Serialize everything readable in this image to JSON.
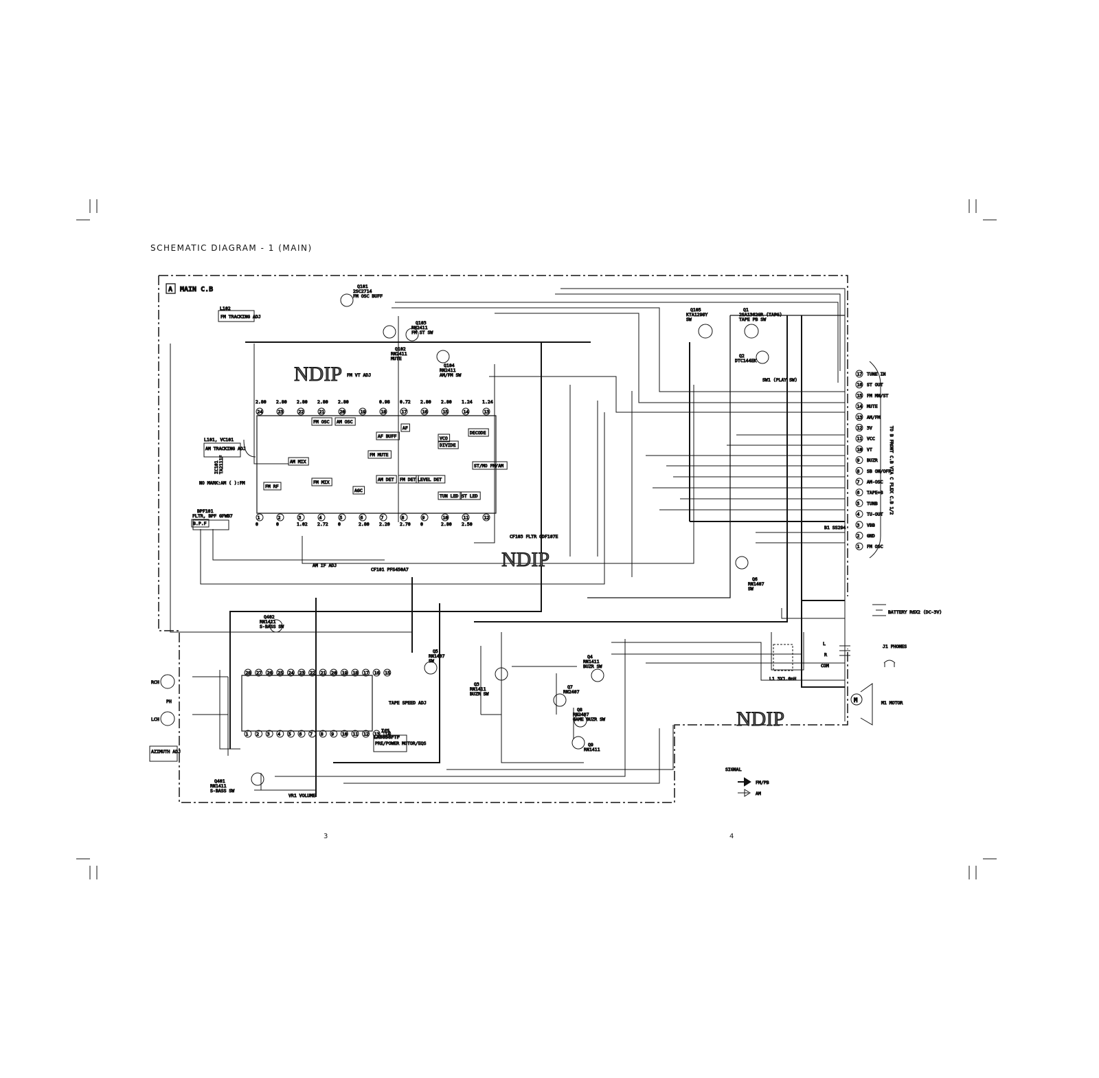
{
  "page": {
    "title": "SCHEMATIC  DIAGRAM - 1  (MAIN)",
    "page_left": "3",
    "page_right": "4",
    "watermark": "NDIP",
    "board": "MAIN C.B",
    "board_letter": "A"
  },
  "ic101": {
    "name": "IC101",
    "part": "TA2111F"
  },
  "ic1": {
    "name": "IC1",
    "part": "LA6658FTF",
    "role": "PRE/POWER MOTOR/EQS"
  },
  "ic1_pins_top": [
    "28",
    "27",
    "26",
    "25",
    "24",
    "23",
    "22",
    "21",
    "20",
    "19",
    "18",
    "17",
    "16",
    "15"
  ],
  "ic1_pins_bottom": [
    "1",
    "2",
    "3",
    "4",
    "5",
    "6",
    "7",
    "8",
    "9",
    "10",
    "11",
    "12",
    "13",
    "14"
  ],
  "ic101_pins_top": [
    "24",
    "23",
    "22",
    "21",
    "20",
    "19",
    "18",
    "17",
    "16",
    "15",
    "14",
    "13"
  ],
  "ic101_pins_bottom": [
    "1",
    "2",
    "3",
    "4",
    "5",
    "6",
    "7",
    "8",
    "9",
    "10",
    "11",
    "12"
  ],
  "ic101_top_voltages": [
    "2.80",
    "2.80",
    "2.80",
    "2.80",
    "2.80",
    "",
    "0.98",
    "0.72",
    "2.80",
    "2.80",
    "1.24",
    "1.24"
  ],
  "ic101_bottom_voltages": [
    "0",
    "0",
    "1.02",
    "2.72",
    "0",
    "2.80",
    "2.20",
    "2.70",
    "0",
    "2.80",
    "2.50",
    ""
  ],
  "ic101_blocks": [
    "FM OSC",
    "AM OSC",
    "AM MIX",
    "FM MIX",
    "FM RF",
    "AGC",
    "AF BUFF",
    "FM MUTE",
    "AM DET",
    "FM DET",
    "LEVEL DET",
    "TUN LED",
    "ST LED",
    "AF",
    "VCO",
    "DIVIDE",
    "DECODE",
    "ST/MO FM/AM",
    "B.P.F"
  ],
  "connector": {
    "title": "TO B FRONT C.B VIA C FLEX C.B 1/2",
    "pins": [
      {
        "n": "17",
        "label": "TUNE IN"
      },
      {
        "n": "16",
        "label": "ST OUT"
      },
      {
        "n": "15",
        "label": "FM MN/ST"
      },
      {
        "n": "14",
        "label": "MUTE"
      },
      {
        "n": "13",
        "label": "AM/FM"
      },
      {
        "n": "12",
        "label": "3V"
      },
      {
        "n": "11",
        "label": "VCC"
      },
      {
        "n": "10",
        "label": "VT"
      },
      {
        "n": "9",
        "label": "BUZR"
      },
      {
        "n": "8",
        "label": "SB ON/OFF"
      },
      {
        "n": "7",
        "label": "AM-OSC"
      },
      {
        "n": "6",
        "label": "TAPE+B"
      },
      {
        "n": "5",
        "label": "TUNB"
      },
      {
        "n": "4",
        "label": "TU-OUT"
      },
      {
        "n": "3",
        "label": "VBB"
      },
      {
        "n": "2",
        "label": "GND"
      },
      {
        "n": "1",
        "label": "FM OSC"
      }
    ]
  },
  "transistors": [
    {
      "ref": "Q101",
      "part": "2SC2714",
      "note": "FM OSC BUFF"
    },
    {
      "ref": "Q103",
      "part": "RN2411",
      "note": "FM ST SW"
    },
    {
      "ref": "Q102",
      "part": "RN2411",
      "note": "MUTE"
    },
    {
      "ref": "Q104",
      "part": "RN2411",
      "note": "AM/FM SW"
    },
    {
      "ref": "Q105",
      "part": "KTA1298Y",
      "note": "SW"
    },
    {
      "ref": "Q1",
      "part": "2SA1362GR (TAPG)",
      "note": "TAPE PB SW"
    },
    {
      "ref": "Q2",
      "part": "DTC144EK",
      "note": ""
    },
    {
      "ref": "Q6",
      "part": "RN1407",
      "note": "SW"
    },
    {
      "ref": "Q402",
      "part": "RN1411",
      "note": "S-BASS SW"
    },
    {
      "ref": "Q401",
      "part": "RN1411",
      "note": "S-BASS SW"
    },
    {
      "ref": "Q5",
      "part": "RN1407",
      "note": "SW"
    },
    {
      "ref": "Q3",
      "part": "RN1411",
      "note": "BUZR SW"
    },
    {
      "ref": "Q4",
      "part": "RN1411",
      "note": "BUZR SW"
    },
    {
      "ref": "Q7",
      "part": "RN2407",
      "note": ""
    },
    {
      "ref": "Q8",
      "part": "RN2407",
      "note": "GAME BUZR SW"
    },
    {
      "ref": "Q9",
      "part": "RN1411",
      "note": ""
    }
  ],
  "labels": {
    "l102": "L102",
    "fm_tracking": "FM TRACKING ADJ",
    "am_tracking": "AM TRACKING ADJ",
    "l101": "L101, VC101",
    "bpf101": "BPF101",
    "bpf_part": "FLTR, BPF GFWB7",
    "no_mark": "NO MARK:AM ( ):FM",
    "am_if_adj": "AM IF ADJ",
    "fm_vt_adj": "FM VT ADJ",
    "cf101": "CF101 PFS450A7",
    "cf103": "CF103 FLTR CDF107E",
    "sw1": "SW1 (PLAY SW)",
    "b1": "B1 SS294",
    "battery": "BATTERY R6X2 (DC-3V)",
    "j1": "J1 PHONES",
    "m1": "M1 MOTOR",
    "l1": "L1 3X1.0nH",
    "azimuth": "AZIMUTH ADJ",
    "ph": "PH",
    "rch": "RCH",
    "lch": "LCH",
    "vr1": "VR1 VOLUME",
    "tape_speed": "TAPE SPEED ADJ",
    "signal": "SIGNAL",
    "fm_pb": "FM/PB",
    "am": "AM",
    "jl": "L",
    "jr": "R",
    "jcom": "COM"
  }
}
